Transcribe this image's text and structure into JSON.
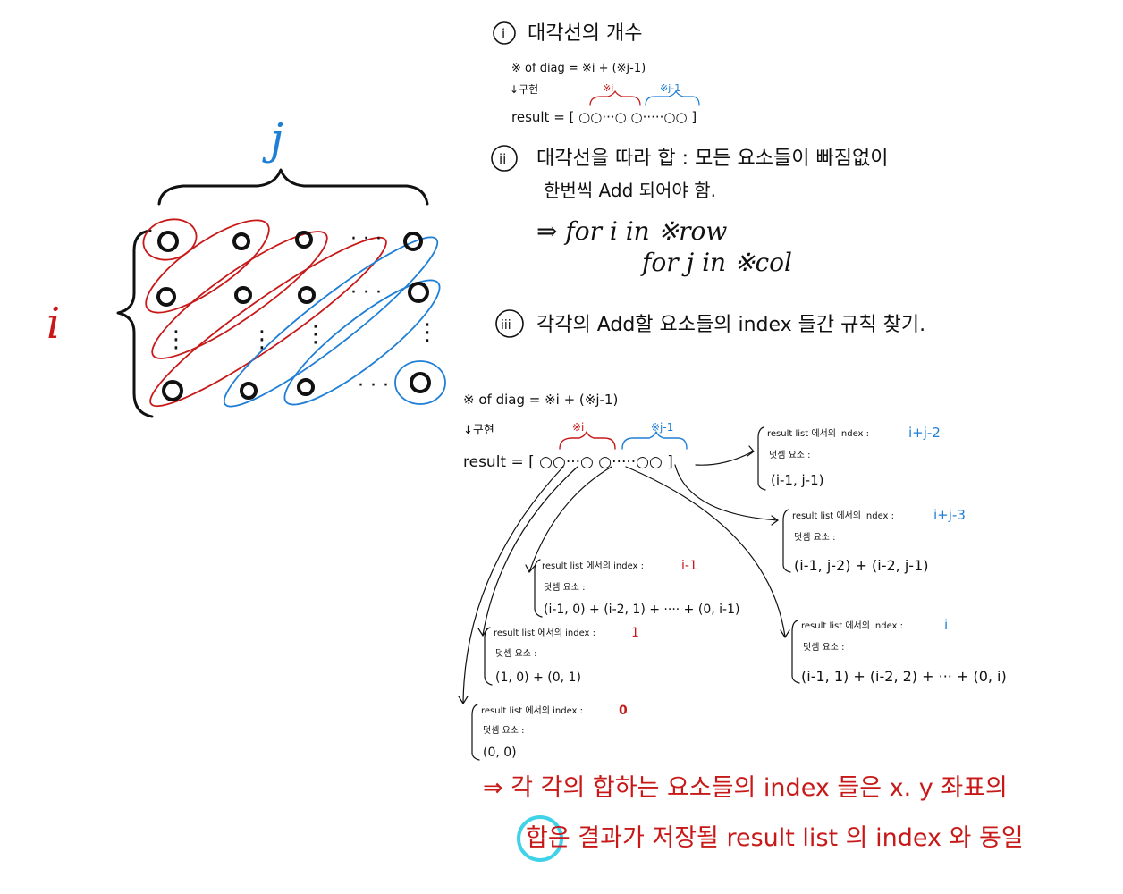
{
  "matrix": {
    "label_j": "j",
    "label_i": "i",
    "row_dots": "· · ·",
    "col_dots": "⋮"
  },
  "section1": {
    "number": "i",
    "title": "대각선의 개수",
    "formula": "※ of diag = ※i + (※j-1)",
    "impl": "↓구현",
    "brace_red": "※i",
    "brace_blue": "※j-1",
    "result": "result = [ ○○···○ ○·····○○ ]"
  },
  "section2": {
    "number": "ii",
    "line1": "대각선을 따라 합 : 모든 요소들이 빠짐없이",
    "line2": "한번씩 Add 되어야 함.",
    "loop1": "⇒  for i in ※row",
    "loop2": "for j in ※col"
  },
  "section3": {
    "number": "iii",
    "title": "각각의 Add할 요소들의 index 들간 규칙 찾기."
  },
  "detail": {
    "formula": "※ of diag = ※i + (※j-1)",
    "impl": "↓구현",
    "brace_red": "※i",
    "brace_blue": "※j-1",
    "result": "result = [ ○○···○ ○·····○○ ]",
    "boxes": [
      {
        "label": "result list 에서의 index :",
        "index": "i+j-2",
        "sub": "덧셈 요소 :",
        "expr": "(i-1, j-1)"
      },
      {
        "label": "result list 에서의 index :",
        "index": "i+j-3",
        "sub": "덧셈 요소 :",
        "expr": "(i-1, j-2) + (i-2, j-1)"
      },
      {
        "label": "result list 에서의 index :",
        "index": "i-1",
        "sub": "덧셈 요소 :",
        "expr": "(i-1, 0) + (i-2, 1) + ···· + (0, i-1)"
      },
      {
        "label": "result list 에서의 index :",
        "index": "i",
        "sub": "덧셈 요소 :",
        "expr": "(i-1, 1) + (i-2, 2) + ··· + (0, i)"
      },
      {
        "label": "result list 에서의 index :",
        "index": "1",
        "sub": "덧셈 요소 :",
        "expr": "(1, 0) + (0, 1)"
      },
      {
        "label": "result list 에서의 index :",
        "index": "0",
        "sub": "덧셈 요소 :",
        "expr": "(0, 0)"
      }
    ]
  },
  "conclusion": {
    "line1": "⇒ 각 각의 합하는 요소들의 index 들은 x. y 좌표의",
    "line2": "합은 결과가 저장될 result list 의 index 와 동일"
  },
  "colors": {
    "red": "#c81919",
    "blue": "#1f7fd6",
    "cyan": "#3fd2e8",
    "ink": "#111111"
  }
}
